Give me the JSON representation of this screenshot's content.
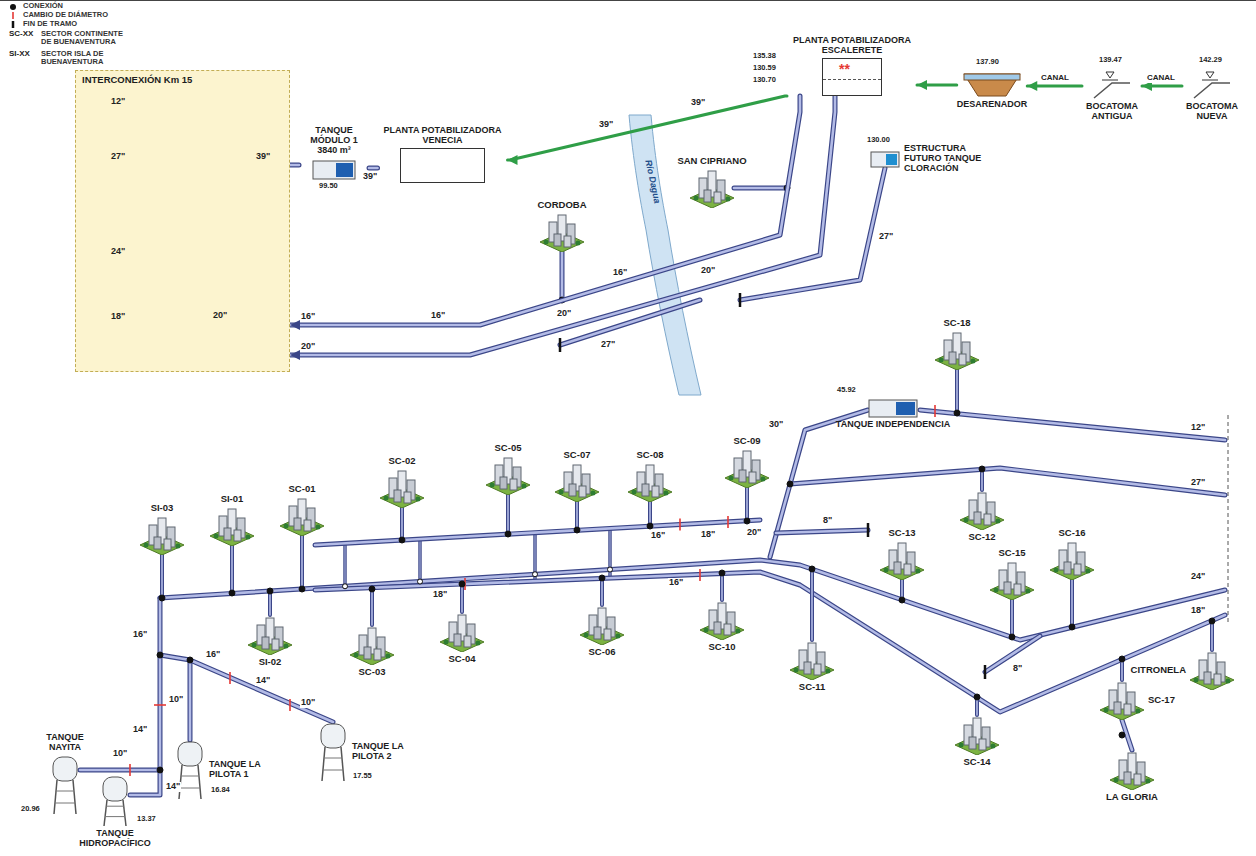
{
  "diagram": {
    "nodes": [
      {
        "text": [
          "INTERCONEXIÓN Km 15"
        ]
      },
      {
        "text": [
          "TANQUE MÓDULO 1 3840 m³"
        ]
      },
      {
        "text": [
          "PLANTA POTABILIZADORA VENECIA"
        ]
      },
      {
        "text": [
          "PLANTA POTABILIZADORA ESCALERETE"
        ]
      },
      {
        "text": [
          "DESARENADOR"
        ]
      },
      {
        "text": [
          "BOCATOMA ANTIGUA"
        ]
      },
      {
        "text": [
          "BOCATOMA NUEVA"
        ]
      },
      {
        "text": [
          "SAN CIPRIANO"
        ]
      },
      {
        "text": [
          "CORDOBA"
        ]
      },
      {
        "text": [
          "ESTRUCTURA FUTURO TANQUE CLORACIÓN"
        ]
      },
      {
        "text": [
          "SC-18"
        ]
      },
      {
        "text": [
          "TANQUE INDEPENDENCIA"
        ]
      },
      {
        "text": [
          "SC-09"
        ]
      },
      {
        "text": [
          "SC-08"
        ]
      },
      {
        "text": [
          "SC-07"
        ]
      },
      {
        "text": [
          "SC-05"
        ]
      },
      {
        "text": [
          "SC-02"
        ]
      },
      {
        "text": [
          "SC-01"
        ]
      },
      {
        "text": [
          "SI-01"
        ]
      },
      {
        "text": [
          "SI-03"
        ]
      },
      {
        "text": [
          "SC-12"
        ]
      },
      {
        "text": [
          "SI-02"
        ]
      },
      {
        "text": [
          "SC-03"
        ]
      },
      {
        "text": [
          "SC-04"
        ]
      },
      {
        "text": [
          "SC-06"
        ]
      },
      {
        "text": [
          "SC-10"
        ]
      },
      {
        "text": [
          "SC-11"
        ]
      },
      {
        "text": [
          "SC-13"
        ]
      },
      {
        "text": [
          "SC-15"
        ]
      },
      {
        "text": [
          "SC-16"
        ]
      },
      {
        "text": [
          "CITRONELA"
        ]
      },
      {
        "text": [
          "SC-14"
        ]
      },
      {
        "text": [
          "SC-17"
        ]
      },
      {
        "text": [
          "LA GLORIA"
        ]
      },
      {
        "text": [
          "TANQUE LA PILOTA 1"
        ]
      },
      {
        "text": [
          "TANQUE LA PILOTA 2"
        ]
      },
      {
        "text": [
          "TANQUE NAYITA"
        ]
      },
      {
        "text": [
          "TANQUE HIDROPACÍFICO"
        ]
      }
    ],
    "edges": [
      {
        "from": 6,
        "to": 5,
        "label": "CANAL",
        "arrow": "to"
      },
      {
        "from": 5,
        "to": 4,
        "label": "CANAL",
        "arrow": "to"
      },
      {
        "from": 4,
        "to": 3,
        "arrow": "to"
      },
      {
        "from": 3,
        "to": 2,
        "label": "39\"",
        "arrow": "to"
      },
      {
        "from": 2,
        "to": 1,
        "label": "39\"",
        "arrow": "none"
      },
      {
        "from": 1,
        "to": 0,
        "label": "39\"",
        "arrow": "none"
      },
      {
        "from": 3,
        "to": 0,
        "label": "16\"",
        "arrow": "to"
      },
      {
        "from": 3,
        "to": 0,
        "label": "20\"",
        "arrow": "to"
      }
    ],
    "labels": [
      "SC-XX",
      "SI-XX",
      "**",
      "135.38",
      "130.59",
      "130.70",
      "137.90",
      "139.47",
      "142.29",
      "130.00",
      "99.50",
      "Río Dagua",
      "45.92",
      "16.84",
      "17.55",
      "20.96",
      "13.37",
      "12\"",
      "27\"",
      "24\"",
      "18\"",
      "20\"",
      "39\"",
      "16\"",
      "16\"",
      "20\"",
      "20\"",
      "27\"",
      "27\"",
      "16\"",
      "18\"",
      "20\"",
      "30\"",
      "8\"",
      "12\"",
      "27\"",
      "24\"",
      "18\"",
      "18\"",
      "16\"",
      "8\"",
      "16\"",
      "10\"",
      "14\"",
      "14\"",
      "10\"",
      "16\"",
      "14\"",
      "10\""
    ],
    "legend": [
      {
        "text": "CONEXIÓN"
      },
      {
        "text": "CAMBIO DE DIÁMETRO"
      },
      {
        "text": "FIN DE TRAMO"
      },
      {
        "text": "SECTOR CONTINENTE DE BUENAVENTURA"
      },
      {
        "text": "SECTOR ISLA DE BUENAVENTURA"
      }
    ]
  }
}
